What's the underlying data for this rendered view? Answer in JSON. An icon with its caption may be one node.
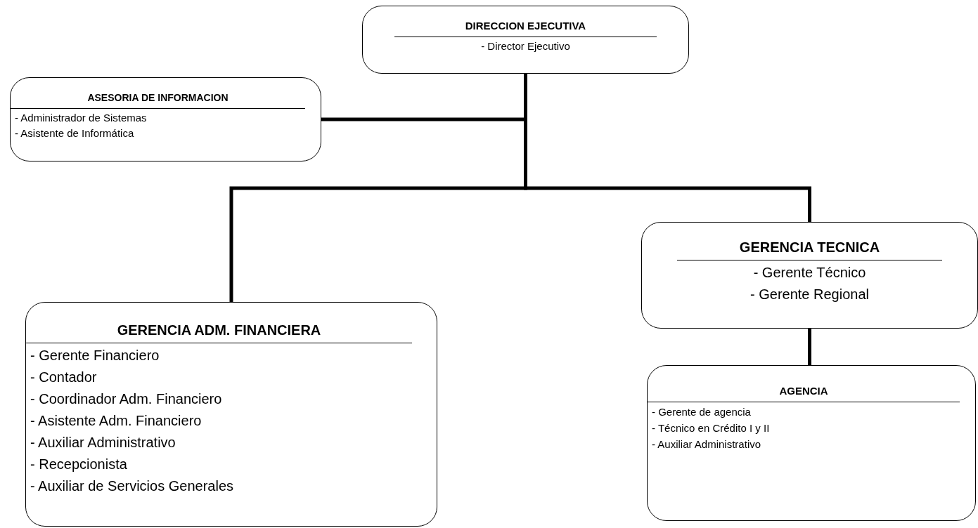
{
  "diagram": {
    "nodes": [
      {
        "text": [
          "DIRECCION EJECUTIVA",
          "- Director Ejecutivo"
        ]
      },
      {
        "text": [
          "ASESORIA DE INFORMACION",
          "- Administrador de Sistemas",
          "- Asistente de Informática"
        ]
      },
      {
        "text": [
          "GERENCIA TECNICA",
          "- Gerente Técnico",
          "- Gerente Regional"
        ]
      },
      {
        "text": [
          "GERENCIA ADM. FINANCIERA",
          "- Gerente Financiero",
          "- Contador",
          "- Coordinador Adm. Financiero",
          "- Asistente Adm. Financiero",
          "- Auxiliar Administrativo",
          "- Recepcionista",
          "- Auxiliar de Servicios Generales"
        ]
      },
      {
        "text": [
          "AGENCIA",
          "- Gerente de agencia",
          "- Técnico en Crédito I y II",
          "- Auxiliar Administrativo"
        ]
      }
    ],
    "edges": [
      {
        "from": 0,
        "to": 1,
        "arrow": "none"
      },
      {
        "from": 0,
        "to": 3,
        "arrow": "none"
      },
      {
        "from": 0,
        "to": 2,
        "arrow": "none"
      },
      {
        "from": 2,
        "to": 4,
        "arrow": "none"
      }
    ]
  }
}
